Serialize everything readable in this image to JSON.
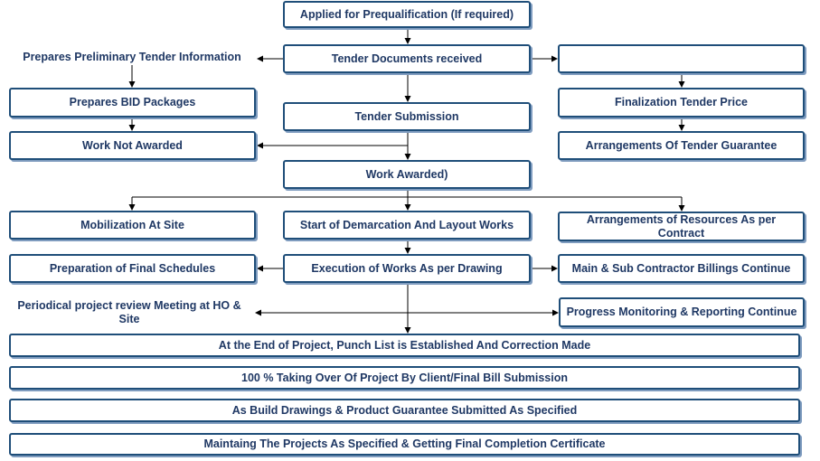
{
  "nodes": {
    "prequalification": "Applied for Prequalification (If required)",
    "tender_docs": "Tender Documents received",
    "prelim_info": "Prepares Preliminary Tender Information",
    "blank_box": "",
    "bid_packages": "Prepares BID Packages",
    "tender_submission": "Tender Submission",
    "finalization_price": "Finalization Tender Price",
    "not_awarded": "Work Not Awarded",
    "tender_guarantee": "Arrangements Of Tender Guarantee",
    "work_awarded": "Work Awarded)",
    "mobilization": "Mobilization At Site",
    "demarcation": "Start of Demarcation And Layout Works",
    "resources": "Arrangements of Resources As per Contract",
    "final_schedules": "Preparation of Final Schedules",
    "execution": "Execution of Works As per Drawing",
    "billings": "Main & Sub Contractor Billings Continue",
    "review_meeting": "Periodical project review Meeting at HO & Site",
    "progress_monitoring": "Progress Monitoring & Reporting Continue",
    "punch_list": "At the End of Project, Punch List is Established And Correction Made",
    "taking_over": "100 % Taking Over Of Project By Client/Final Bill Submission",
    "as_build": "As Build Drawings & Product Guarantee Submitted As Specified",
    "maintaining": "Maintaing The Projects As Specified & Getting Final Completion Certificate"
  },
  "colors": {
    "border": "#1f4e79",
    "text": "#1f3864",
    "shadow": "#7f9cbf",
    "arrow": "#000000"
  }
}
